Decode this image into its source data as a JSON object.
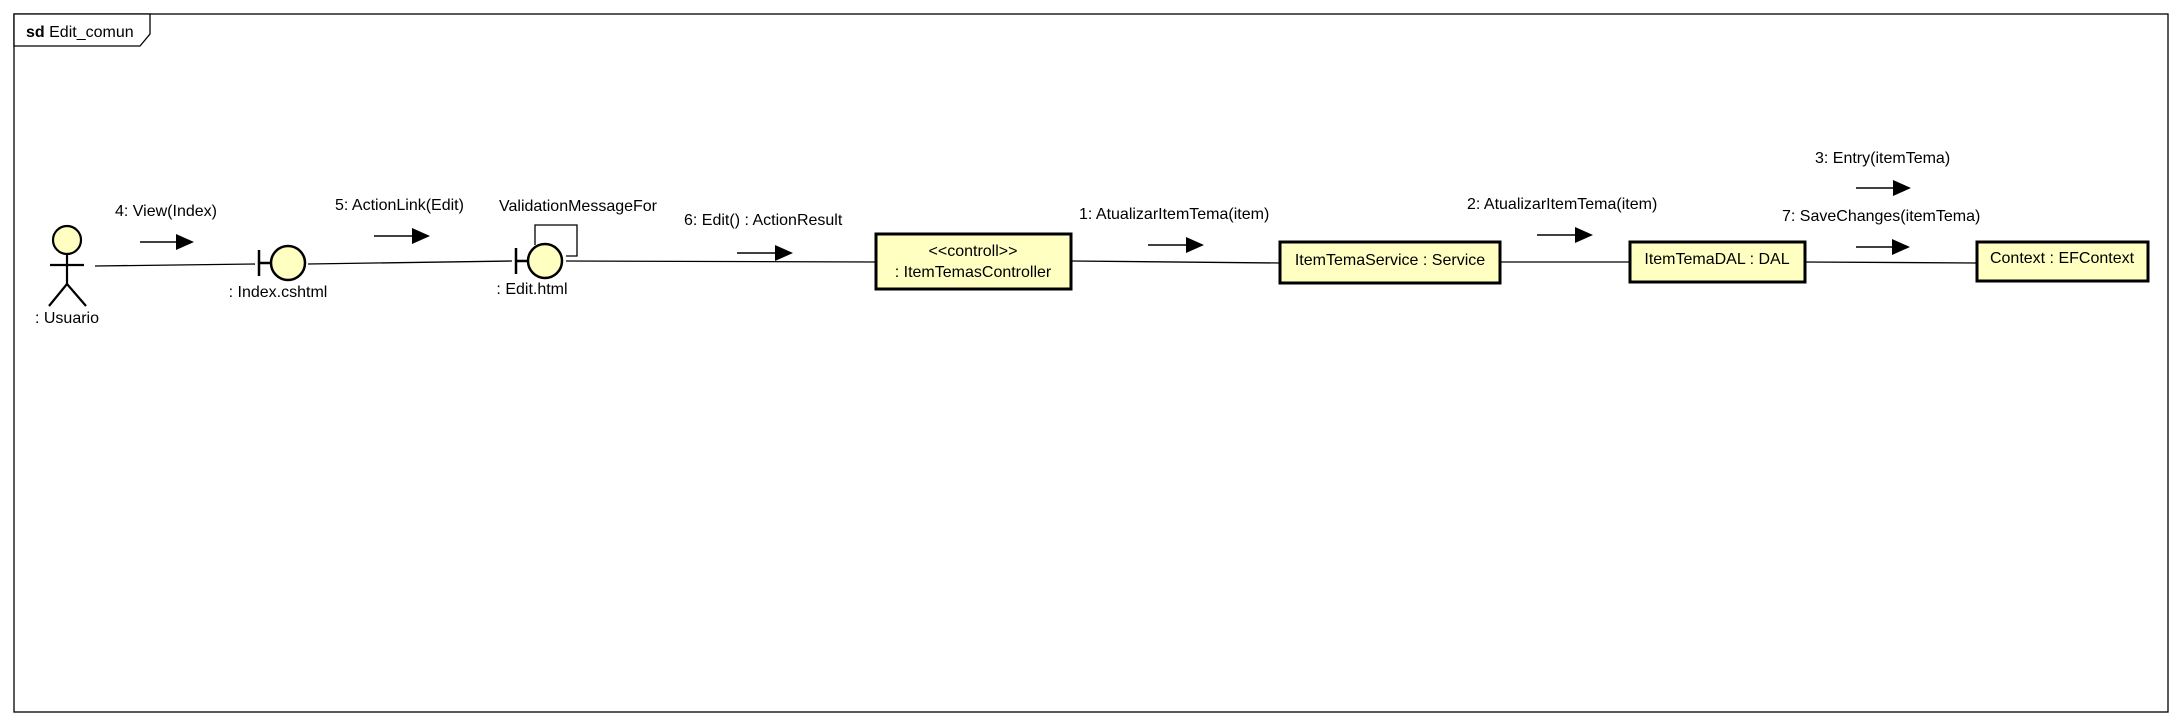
{
  "frame": {
    "keyword": "sd",
    "name": "Edit_comun"
  },
  "lifelines": {
    "usuario": ": Usuario",
    "index": ": Index.cshtml",
    "edit": ": Edit.html",
    "controller_stereotype": "<<controll>>",
    "controller": ": ItemTemasController",
    "service": "ItemTemaService : Service",
    "dal": "ItemTemaDAL : DAL",
    "context": "Context : EFContext"
  },
  "messages": {
    "m4": "4: View(Index)",
    "m5": "5: ActionLink(Edit)",
    "self": "ValidationMessageFor",
    "m6": "6: Edit() : ActionResult",
    "m1": "1: AtualizarItemTema(item)",
    "m2": "2: AtualizarItemTema(item)",
    "m3": "3: Entry(itemTema)",
    "m7": "7: SaveChanges(itemTema)"
  },
  "colors": {
    "fill": "#ffffc2",
    "stroke": "#000000",
    "background": "#ffffff"
  }
}
